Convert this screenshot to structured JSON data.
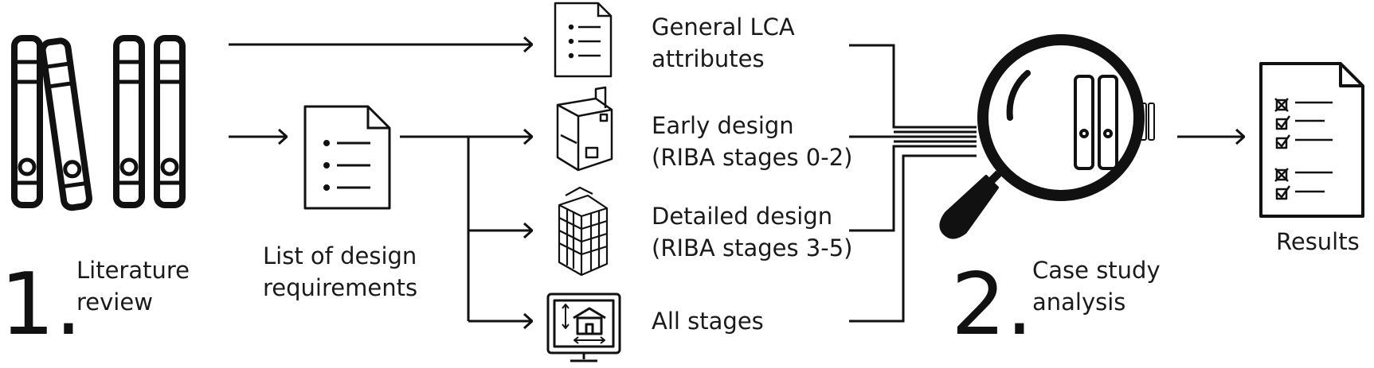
{
  "step1": {
    "number": "1.",
    "label_line1": "Literature",
    "label_line2": "review"
  },
  "requirements": {
    "label_line1": "List of design",
    "label_line2": "requirements"
  },
  "categories": [
    {
      "line1": "General LCA",
      "line2": "attributes"
    },
    {
      "line1": "Early design",
      "line2": "(RIBA stages 0-2)"
    },
    {
      "line1": "Detailed design",
      "line2": "(RIBA stages 3-5)"
    },
    {
      "line1": "All stages",
      "line2": ""
    }
  ],
  "step2": {
    "number": "2.",
    "label_line1": "Case study",
    "label_line2": "analysis"
  },
  "results": {
    "label": "Results"
  },
  "icons": [
    "binders-icon",
    "document-list-icon",
    "document-icon",
    "simple-model-icon",
    "detailed-model-icon",
    "monitor-house-icon",
    "magnifier-icon",
    "checklist-icon"
  ],
  "colors": {
    "ink": "#111111",
    "background": "#ffffff"
  }
}
